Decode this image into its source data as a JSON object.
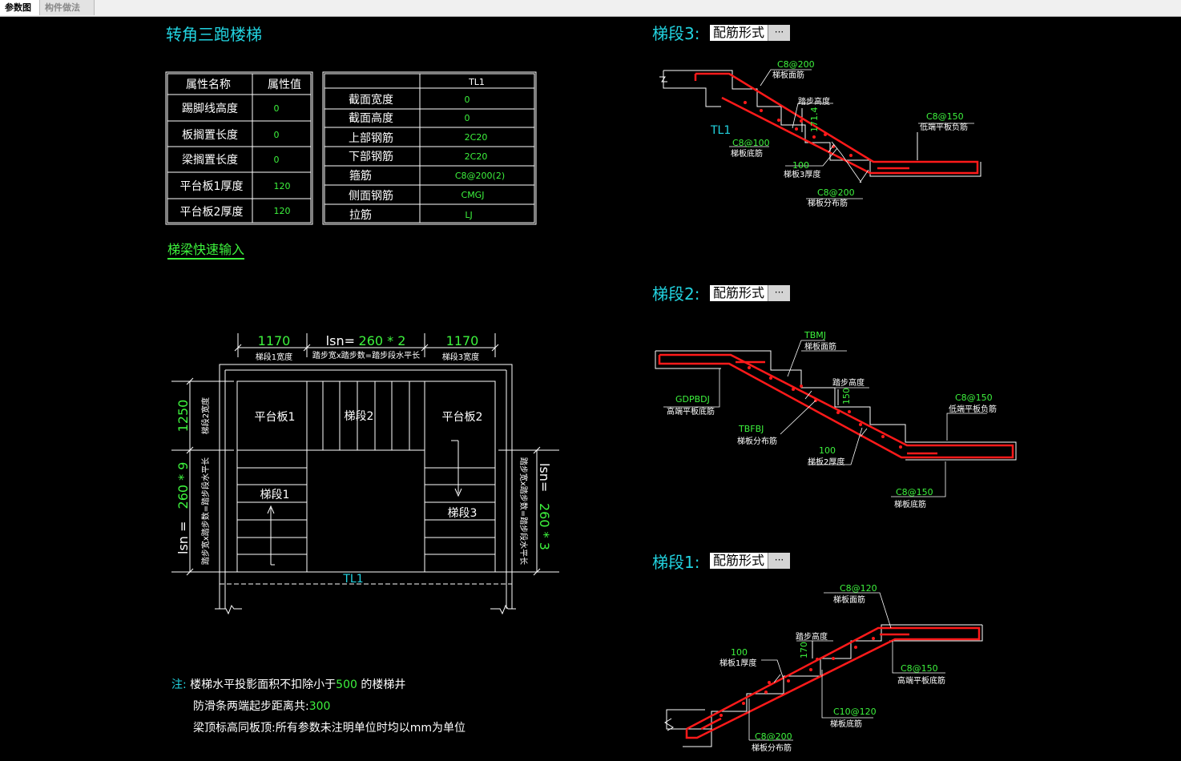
{
  "tabs": [
    {
      "label": "参数图",
      "active": true
    },
    {
      "label": "构件做法",
      "active": false
    }
  ],
  "title": "转角三跑楼梯",
  "prop_table": {
    "headers": [
      "属性名称",
      "属性值"
    ],
    "rows": [
      {
        "name": "踢脚线高度",
        "value": "0"
      },
      {
        "name": "板搁置长度",
        "value": "0"
      },
      {
        "name": "梁搁置长度",
        "value": "0"
      },
      {
        "name": "平台板1厚度",
        "value": "120"
      },
      {
        "name": "平台板2厚度",
        "value": "120"
      }
    ]
  },
  "beam_table": {
    "header": "TL1",
    "rows": [
      {
        "name": "截面宽度",
        "value": "0"
      },
      {
        "name": "截面高度",
        "value": "0"
      },
      {
        "name": "上部钢筋",
        "value": "2C20"
      },
      {
        "name": "下部钢筋",
        "value": "2C20"
      },
      {
        "name": "箍筋",
        "value": "C8@200(2)"
      },
      {
        "name": "侧面钢筋",
        "value": "CMGJ"
      },
      {
        "name": "拉筋",
        "value": "LJ"
      }
    ]
  },
  "quick_input_link": "梯梁快速输入",
  "plan": {
    "top_dims": [
      {
        "value": "1170",
        "label": "梯段1宽度"
      },
      {
        "prefix": "lsn=",
        "value": "260 * 2",
        "label": "踏步宽x踏步数=踏步段水平长"
      },
      {
        "value": "1170",
        "label": "梯段3宽度"
      }
    ],
    "left_dims": [
      {
        "value": "1250",
        "label": "梯段2宽度"
      },
      {
        "prefix": "lsn =",
        "value": "260 * 9",
        "label": "踏步宽x踏步数=踏步段水平长"
      }
    ],
    "right_dim": {
      "prefix": "lsn=",
      "value": "260 * 3",
      "label": "踏步宽x踏步数=踏步段水平长"
    },
    "labels": {
      "platform1": "平台板1",
      "flight2": "梯段2",
      "platform2": "平台板2",
      "flight1": "梯段1",
      "flight3": "梯段3",
      "beam": "TL1"
    }
  },
  "notes": {
    "prefix": "注:",
    "line1_a": "楼梯水平投影面积不扣除小于",
    "line1_val": "500",
    "line1_b": " 的楼梯井",
    "line2_a": "防滑条两端起步距离共:",
    "line2_val": "300",
    "line3": "梁顶标高同板顶:所有参数未注明单位时均以mm为单位"
  },
  "sections": [
    {
      "heading": "梯段3:",
      "combo_value": "配筋形式",
      "combo_btn": "···",
      "labels": {
        "top_bar": "C8@200",
        "top_bar_desc": "梯板面筋",
        "step_h_desc": "踏步高度",
        "step_h": "171.4",
        "beam": "TL1",
        "neg_bar": "C8@150",
        "neg_bar_desc": "低端平板负筋",
        "bottom_bar": "C8@100",
        "bottom_bar_desc": "梯板底筋",
        "thick": "100",
        "thick_desc": "梯板3厚度",
        "dist_bar": "C8@200",
        "dist_bar_desc": "梯板分布筋"
      }
    },
    {
      "heading": "梯段2:",
      "combo_value": "配筋形式",
      "combo_btn": "···",
      "labels": {
        "top_bar": "TBMJ",
        "top_bar_desc": "梯板面筋",
        "step_h_desc": "踏步高度",
        "step_h": "150",
        "high_bar": "GDPBDJ",
        "high_bar_desc": "高端平板底筋",
        "neg_bar": "C8@150",
        "neg_bar_desc": "低端平板负筋",
        "dist_bar": "TBFBJ",
        "dist_bar_desc": "梯板分布筋",
        "thick": "100",
        "thick_desc": "梯板2厚度",
        "bottom_bar": "C8@150",
        "bottom_bar_desc": "梯板底筋"
      }
    },
    {
      "heading": "梯段1:",
      "combo_value": "配筋形式",
      "combo_btn": "···",
      "labels": {
        "top_bar": "C8@120",
        "top_bar_desc": "梯板面筋",
        "step_h_desc": "踏步高度",
        "step_h": "170",
        "thick": "100",
        "thick_desc": "梯板1厚度",
        "high_bar": "C8@150",
        "high_bar_desc": "高端平板底筋",
        "bottom_bar": "C10@120",
        "bottom_bar_desc": "梯板底筋",
        "dist_bar": "C8@200",
        "dist_bar_desc": "梯板分布筋"
      }
    }
  ]
}
